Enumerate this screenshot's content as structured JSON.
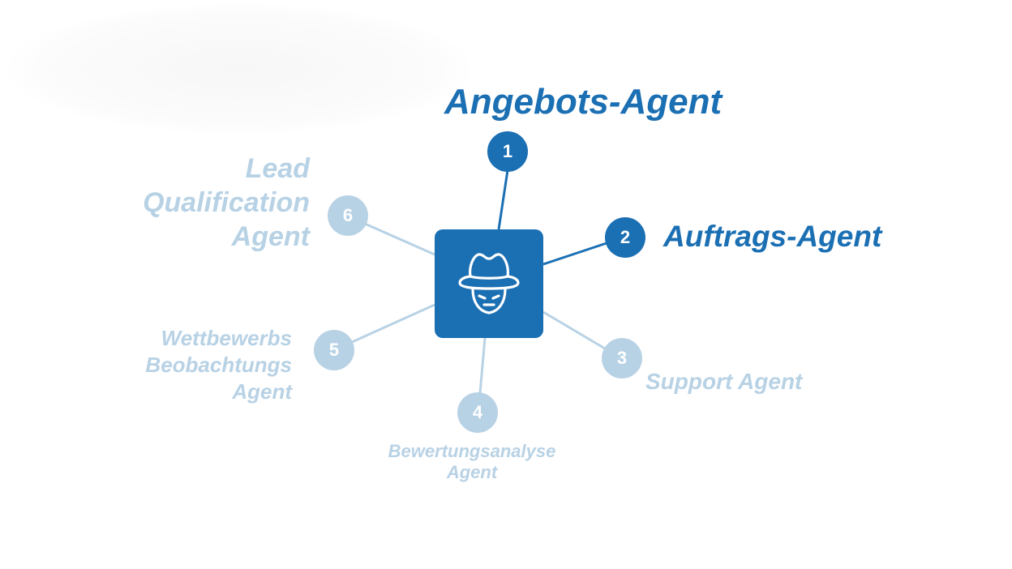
{
  "diagram": {
    "hub": {
      "icon": "spy-agent-icon"
    },
    "colors": {
      "active": "#1b6fb3",
      "inactive": "#b8d2e5"
    },
    "agents": [
      {
        "number": "1",
        "label": "Angebots-Agent",
        "state": "active"
      },
      {
        "number": "2",
        "label": "Auftrags-Agent",
        "state": "active"
      },
      {
        "number": "3",
        "label": "Support Agent",
        "state": "inactive"
      },
      {
        "number": "4",
        "label_lines": [
          "Bewertungsanalyse",
          "Agent"
        ],
        "state": "inactive"
      },
      {
        "number": "5",
        "label_lines": [
          "Wettbewerbs",
          "Beobachtungs",
          "Agent"
        ],
        "state": "inactive"
      },
      {
        "number": "6",
        "label_lines": [
          "Lead",
          "Qualification",
          "Agent"
        ],
        "state": "inactive"
      }
    ]
  }
}
